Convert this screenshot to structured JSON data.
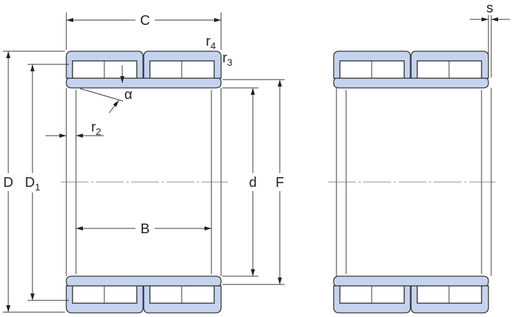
{
  "labels": {
    "C": "C",
    "r4": "r",
    "r4_sub": "4",
    "r3": "r",
    "r3_sub": "3",
    "alpha": "α",
    "r2": "r",
    "r2_sub": "2",
    "D": "D",
    "D1": "D",
    "D1_sub": "1",
    "d": "d",
    "F": "F",
    "B": "B",
    "s": "s"
  },
  "colors": {
    "part_fill": "#c5d3ee",
    "stroke": "#333333"
  }
}
